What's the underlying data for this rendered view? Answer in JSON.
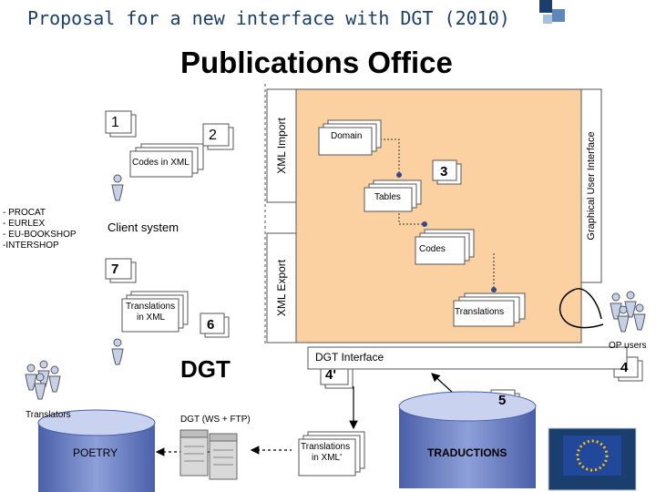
{
  "header": {
    "title": "Proposal for a new interface with DGT (2010)",
    "subtitle": "Publications Office"
  },
  "diagram": {
    "steps": [
      "1",
      "2",
      "3",
      "4",
      "4'",
      "5",
      "6",
      "7"
    ],
    "documents": {
      "codes_in_xml": "Codes in XML",
      "domain": "Domain",
      "tables": "Tables",
      "codes": "Codes",
      "translations_right": "Translations",
      "translations_in_xml_1": "Translations",
      "translations_in_xml_2": "in XML",
      "translations_in_xml_p_1": "Translations",
      "translations_in_xml_p_2": "in XML'"
    },
    "systems": [
      "- PROCAT",
      "- EURLEX",
      "- EU-BOOKSHOP",
      "-INTERSHOP"
    ],
    "client_system": "Client system",
    "xml_import": "XML Import",
    "xml_export": "XML Export",
    "gui": "Graphical User Interface",
    "dgt_interface": "DGT Interface",
    "dgt": "DGT",
    "dgt_ws_ftp": "DGT (WS + FTP)",
    "translators": "Translators",
    "op_users": "OP users",
    "poetry": "POETRY",
    "traductions": "TRADUCTIONS"
  }
}
